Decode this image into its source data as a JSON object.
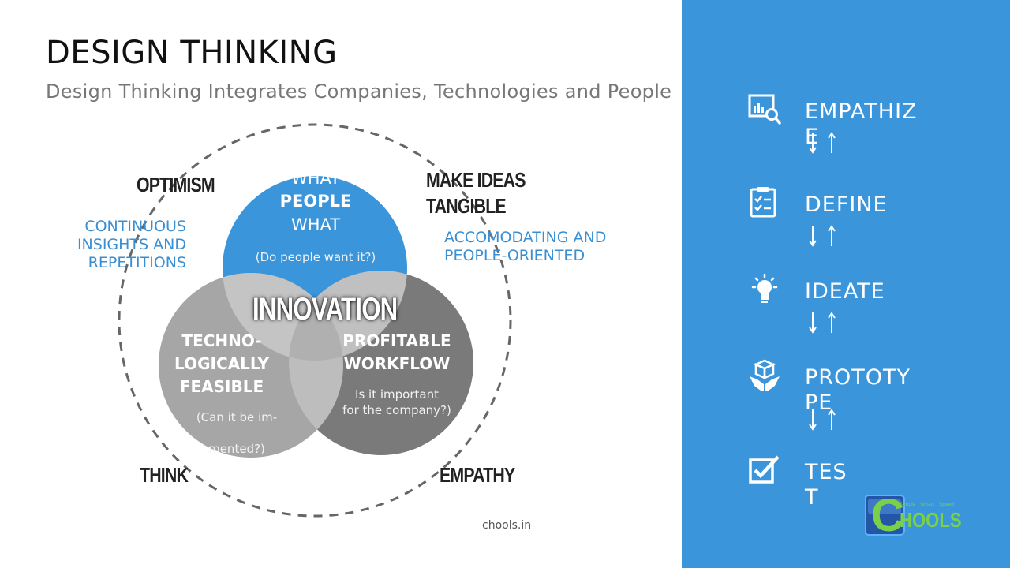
{
  "header": {
    "title": "DESIGN THINKING",
    "subtitle": "Design Thinking Integrates Companies, Technologies and People"
  },
  "diagram": {
    "corner_labels": {
      "optimism": "OPTIMISM",
      "make_ideas": "MAKE IDEAS\nTANGIBLE",
      "think": "THINK",
      "empathy": "EMPATHY"
    },
    "side_notes": {
      "left": "CONTINUOUS\nINSIGHTS AND\nREPETITIONS",
      "right": "ACCOMODATING AND\nPEOPLE-ORIENTED"
    },
    "people": {
      "line1": "WHAT",
      "line2": "PEOPLE",
      "line3": "WHAT",
      "question": "(Do people want it?)"
    },
    "tech": {
      "title": "TECHNO-\nLOGICALLY\nFEASIBLE",
      "question_a": "(Can it be im-",
      "question_b": "mented?)"
    },
    "profit": {
      "title": "PROFITABLE\nWORKFLOW",
      "question": "Is it important\nfor the company?)"
    },
    "center": "INNOVATION",
    "colors": {
      "people": "#3a95db",
      "tech": "#a6a6a6",
      "profit": "#7a7a7a",
      "dash": "#666666"
    }
  },
  "footer": {
    "site": "chools.in"
  },
  "steps": [
    {
      "name": "EMPATHIZE",
      "icon": "chart-search-icon"
    },
    {
      "name": "DEFINE",
      "icon": "clipboard-check-icon"
    },
    {
      "name": "IDEATE",
      "icon": "lightbulb-icon"
    },
    {
      "name": "PROTOTYPE",
      "icon": "hands-box-icon"
    },
    {
      "name": "TEST",
      "icon": "checkbox-icon"
    }
  ],
  "logo": {
    "letter": "C",
    "text": "HOOLS",
    "tagline": "Simple | Smart | Speed"
  },
  "panel_color": "#3a95db"
}
